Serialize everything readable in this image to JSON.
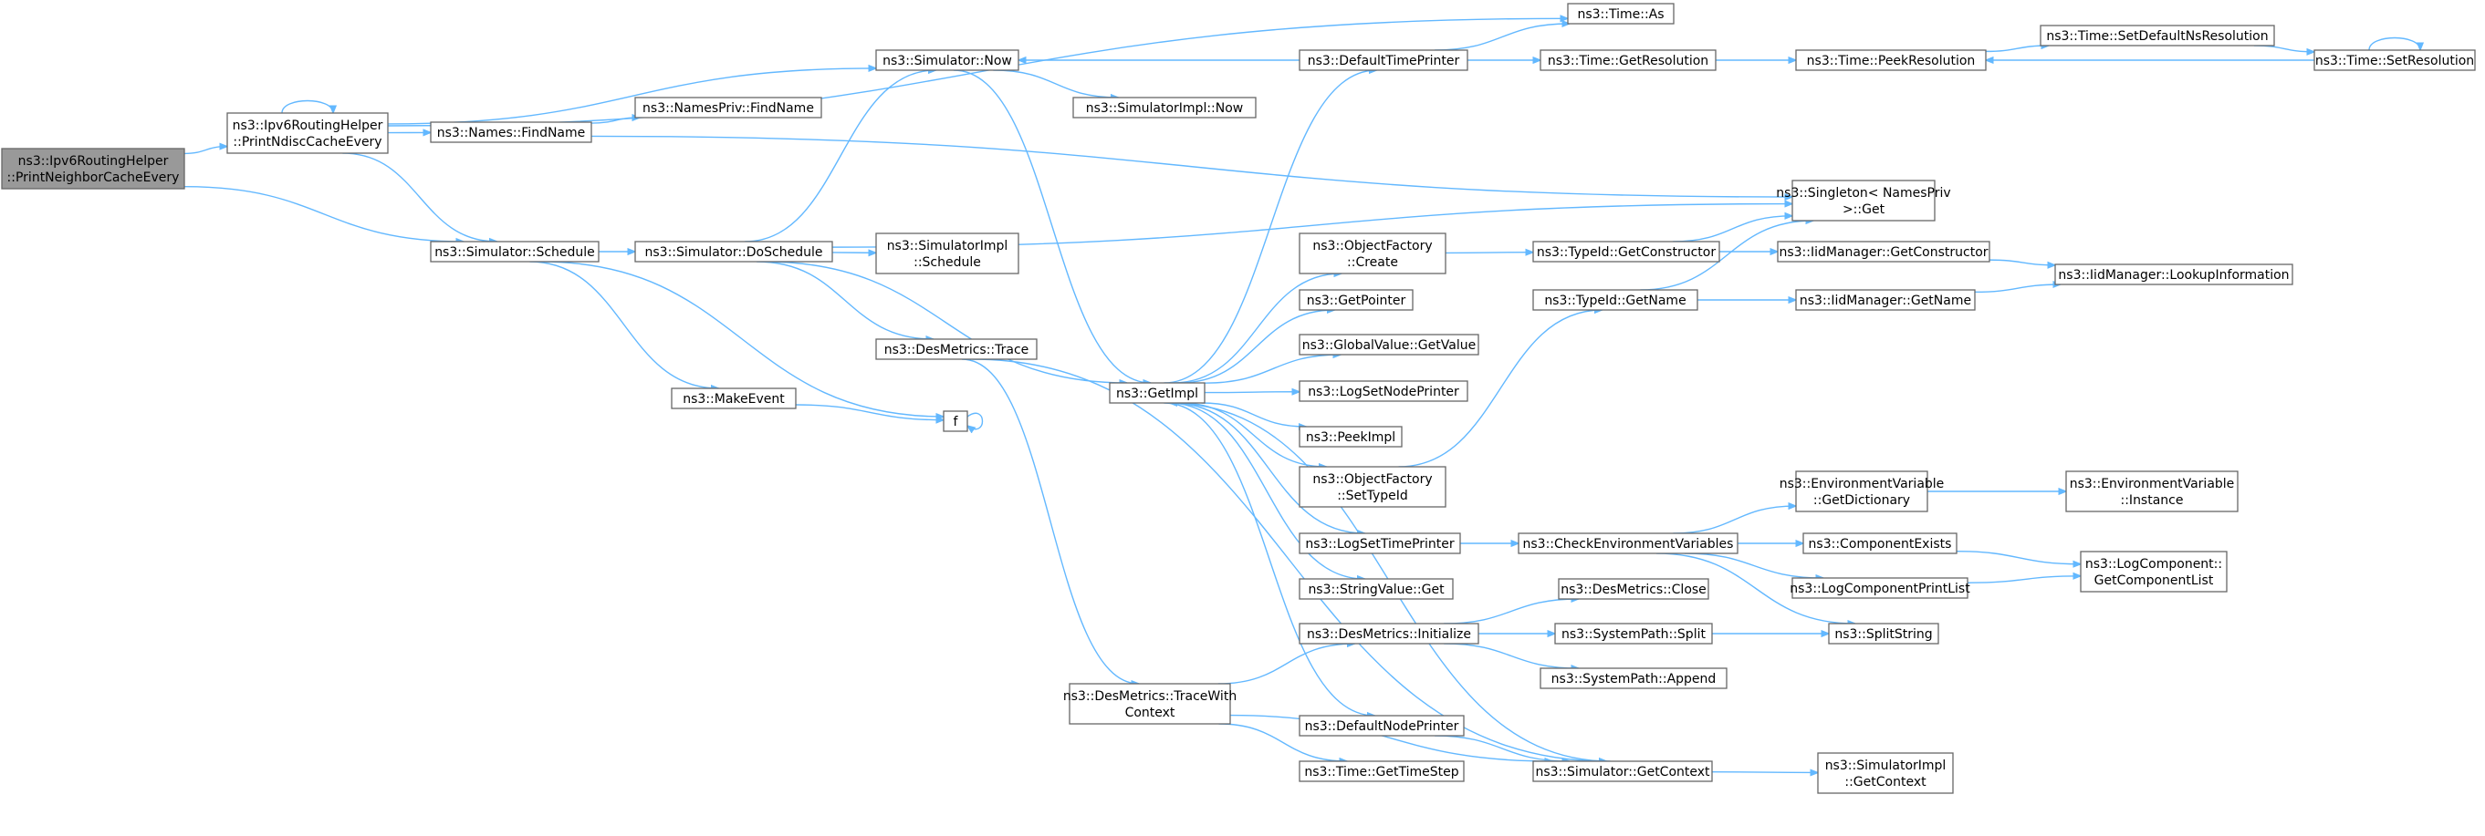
{
  "title": "",
  "colors": {
    "edge": "#63b8ff",
    "node_border": "#666666",
    "root_fill": "#999999",
    "node_fill": "#ffffff"
  },
  "nodes": [
    {
      "id": "root",
      "lines": [
        "ns3::Ipv6RoutingHelper",
        "::PrintNeighborCacheEvery"
      ]
    },
    {
      "id": "pnce",
      "lines": [
        "ns3::Ipv6RoutingHelper",
        "::PrintNdiscCacheEvery"
      ]
    },
    {
      "id": "sched",
      "lines": [
        "ns3::Simulator::Schedule"
      ]
    },
    {
      "id": "findname",
      "lines": [
        "ns3::Names::FindName"
      ]
    },
    {
      "id": "npfind",
      "lines": [
        "ns3::NamesPriv::FindName"
      ]
    },
    {
      "id": "now",
      "lines": [
        "ns3::Simulator::Now"
      ]
    },
    {
      "id": "implnow",
      "lines": [
        "ns3::SimulatorImpl::Now"
      ]
    },
    {
      "id": "dosched",
      "lines": [
        "ns3::Simulator::DoSchedule"
      ]
    },
    {
      "id": "implsched",
      "lines": [
        "ns3::SimulatorImpl",
        "::Schedule"
      ]
    },
    {
      "id": "trace",
      "lines": [
        "ns3::DesMetrics::Trace"
      ]
    },
    {
      "id": "makeevent",
      "lines": [
        "ns3::MakeEvent"
      ]
    },
    {
      "id": "f",
      "lines": [
        "f"
      ]
    },
    {
      "id": "getimpl",
      "lines": [
        "ns3::GetImpl"
      ]
    },
    {
      "id": "tracewc",
      "lines": [
        "ns3::DesMetrics::TraceWith",
        "Context"
      ]
    },
    {
      "id": "dtp",
      "lines": [
        "ns3::DefaultTimePrinter"
      ]
    },
    {
      "id": "ofcreate",
      "lines": [
        "ns3::ObjectFactory",
        "::Create"
      ]
    },
    {
      "id": "getpointer",
      "lines": [
        "ns3::GetPointer"
      ]
    },
    {
      "id": "gvget",
      "lines": [
        "ns3::GlobalValue::GetValue"
      ]
    },
    {
      "id": "lsnp",
      "lines": [
        "ns3::LogSetNodePrinter"
      ]
    },
    {
      "id": "peekimpl",
      "lines": [
        "ns3::PeekImpl"
      ]
    },
    {
      "id": "ofsettid",
      "lines": [
        "ns3::ObjectFactory",
        "::SetTypeId"
      ]
    },
    {
      "id": "lstp",
      "lines": [
        "ns3::LogSetTimePrinter"
      ]
    },
    {
      "id": "svget",
      "lines": [
        "ns3::StringValue::Get"
      ]
    },
    {
      "id": "dminit",
      "lines": [
        "ns3::DesMetrics::Initialize"
      ]
    },
    {
      "id": "dnp",
      "lines": [
        "ns3::DefaultNodePrinter"
      ]
    },
    {
      "id": "timestep",
      "lines": [
        "ns3::Time::GetTimeStep"
      ]
    },
    {
      "id": "timeas",
      "lines": [
        "ns3::Time::As"
      ]
    },
    {
      "id": "getres",
      "lines": [
        "ns3::Time::GetResolution"
      ]
    },
    {
      "id": "peekres",
      "lines": [
        "ns3::Time::PeekResolution"
      ]
    },
    {
      "id": "setdefns",
      "lines": [
        "ns3::Time::SetDefaultNsResolution"
      ]
    },
    {
      "id": "setres",
      "lines": [
        "ns3::Time::SetResolution"
      ]
    },
    {
      "id": "singleton",
      "lines": [
        "ns3::Singleton< NamesPriv",
        "  >::Get"
      ]
    },
    {
      "id": "tidgetctor",
      "lines": [
        "ns3::TypeId::GetConstructor"
      ]
    },
    {
      "id": "tidgetname",
      "lines": [
        "ns3::TypeId::GetName"
      ]
    },
    {
      "id": "iidgetctor",
      "lines": [
        "ns3::IidManager::GetConstructor"
      ]
    },
    {
      "id": "iidgetname",
      "lines": [
        "ns3::IidManager::GetName"
      ]
    },
    {
      "id": "iidlookup",
      "lines": [
        "ns3::IidManager::LookupInformation"
      ]
    },
    {
      "id": "checkenv",
      "lines": [
        "ns3::CheckEnvironmentVariables"
      ]
    },
    {
      "id": "envdict",
      "lines": [
        "ns3::EnvironmentVariable",
        "::GetDictionary"
      ]
    },
    {
      "id": "envinst",
      "lines": [
        "ns3::EnvironmentVariable",
        "::Instance"
      ]
    },
    {
      "id": "compexists",
      "lines": [
        "ns3::ComponentExists"
      ]
    },
    {
      "id": "lcpl",
      "lines": [
        "ns3::LogComponentPrintList"
      ]
    },
    {
      "id": "lcgcl",
      "lines": [
        "ns3::LogComponent::",
        "GetComponentList"
      ]
    },
    {
      "id": "splitstring",
      "lines": [
        "ns3::SplitString"
      ]
    },
    {
      "id": "dmclose",
      "lines": [
        "ns3::DesMetrics::Close"
      ]
    },
    {
      "id": "spsplit",
      "lines": [
        "ns3::SystemPath::Split"
      ]
    },
    {
      "id": "spappend",
      "lines": [
        "ns3::SystemPath::Append"
      ]
    },
    {
      "id": "simgetctx",
      "lines": [
        "ns3::Simulator::GetContext"
      ]
    },
    {
      "id": "implgetctx",
      "lines": [
        "ns3::SimulatorImpl",
        "::GetContext"
      ]
    }
  ],
  "edges": [
    [
      "root",
      "pnce"
    ],
    [
      "root",
      "sched"
    ],
    [
      "pnce",
      "pnce"
    ],
    [
      "pnce",
      "timeas"
    ],
    [
      "pnce",
      "now"
    ],
    [
      "pnce",
      "findname"
    ],
    [
      "pnce",
      "sched"
    ],
    [
      "findname",
      "npfind"
    ],
    [
      "findname",
      "singleton"
    ],
    [
      "now",
      "implnow"
    ],
    [
      "now",
      "getimpl"
    ],
    [
      "sched",
      "dosched"
    ],
    [
      "sched",
      "makeevent"
    ],
    [
      "sched",
      "f"
    ],
    [
      "dosched",
      "now"
    ],
    [
      "dosched",
      "singleton"
    ],
    [
      "dosched",
      "implsched"
    ],
    [
      "dosched",
      "trace"
    ],
    [
      "dosched",
      "getimpl"
    ],
    [
      "makeevent",
      "f"
    ],
    [
      "f",
      "f"
    ],
    [
      "trace",
      "tracewc"
    ],
    [
      "trace",
      "simgetctx"
    ],
    [
      "dtp",
      "now"
    ],
    [
      "dtp",
      "timeas"
    ],
    [
      "dtp",
      "getres"
    ],
    [
      "getimpl",
      "dtp"
    ],
    [
      "getimpl",
      "ofcreate"
    ],
    [
      "getimpl",
      "getpointer"
    ],
    [
      "getimpl",
      "gvget"
    ],
    [
      "getimpl",
      "lsnp"
    ],
    [
      "getimpl",
      "peekimpl"
    ],
    [
      "getimpl",
      "ofsettid"
    ],
    [
      "getimpl",
      "lstp"
    ],
    [
      "getimpl",
      "svget"
    ],
    [
      "getimpl",
      "dnp"
    ],
    [
      "ofcreate",
      "tidgetctor"
    ],
    [
      "ofsettid",
      "tidgetname"
    ],
    [
      "tidgetctor",
      "singleton"
    ],
    [
      "tidgetctor",
      "iidgetctor"
    ],
    [
      "tidgetname",
      "singleton"
    ],
    [
      "tidgetname",
      "iidgetname"
    ],
    [
      "iidgetctor",
      "iidlookup"
    ],
    [
      "iidgetname",
      "iidlookup"
    ],
    [
      "getres",
      "peekres"
    ],
    [
      "peekres",
      "setdefns"
    ],
    [
      "setdefns",
      "setres"
    ],
    [
      "setres",
      "peekres"
    ],
    [
      "setres",
      "setres"
    ],
    [
      "lstp",
      "checkenv"
    ],
    [
      "checkenv",
      "envdict"
    ],
    [
      "checkenv",
      "compexists"
    ],
    [
      "checkenv",
      "lcpl"
    ],
    [
      "checkenv",
      "splitstring"
    ],
    [
      "envdict",
      "envinst"
    ],
    [
      "compexists",
      "lcgcl"
    ],
    [
      "lcpl",
      "lcgcl"
    ],
    [
      "tracewc",
      "dminit"
    ],
    [
      "tracewc",
      "timestep"
    ],
    [
      "tracewc",
      "simgetctx"
    ],
    [
      "dminit",
      "dmclose"
    ],
    [
      "dminit",
      "spsplit"
    ],
    [
      "dminit",
      "spappend"
    ],
    [
      "spsplit",
      "splitstring"
    ],
    [
      "dnp",
      "simgetctx"
    ],
    [
      "simgetctx",
      "getimpl"
    ],
    [
      "simgetctx",
      "implgetctx"
    ]
  ]
}
